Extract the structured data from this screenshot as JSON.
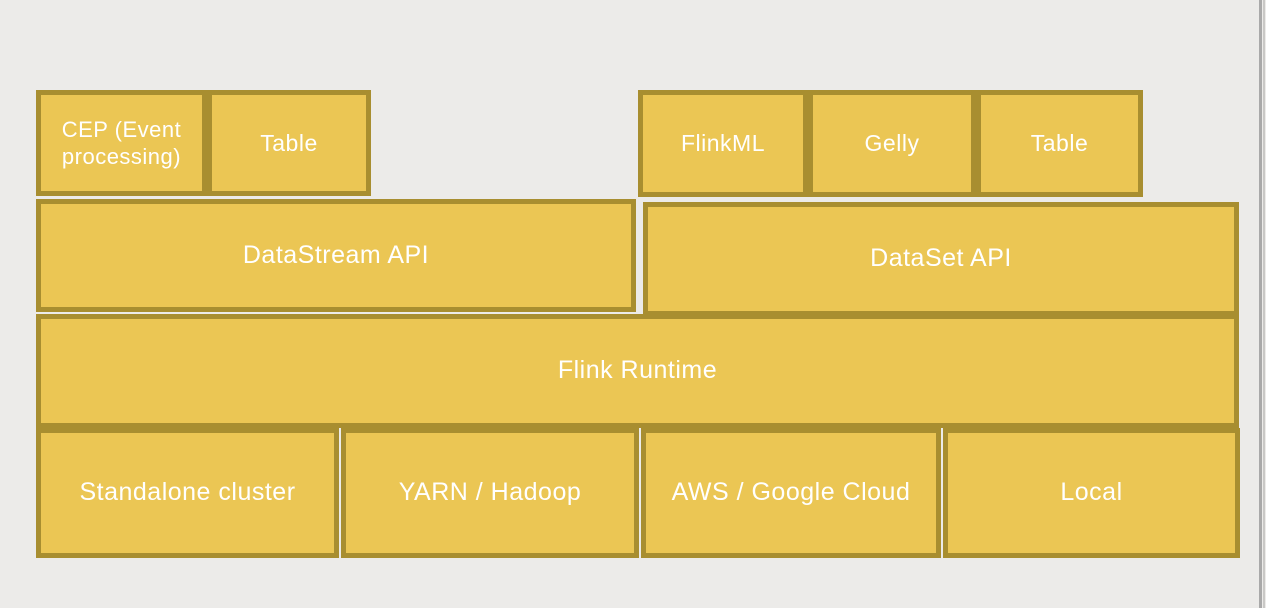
{
  "canvas": {
    "background_color": "#ecebe9",
    "right_edge_line_color": "#a9a9a9"
  },
  "diagram": {
    "box_fill_color": "#ebc654",
    "box_border_color": "#a88e30",
    "text_color": "#ffffff",
    "layers": {
      "libraries_left": [
        {
          "label": "CEP (Event processing)"
        },
        {
          "label": "Table"
        }
      ],
      "libraries_right": [
        {
          "label": "FlinkML"
        },
        {
          "label": "Gelly"
        },
        {
          "label": "Table"
        }
      ],
      "apis": [
        {
          "label": "DataStream API"
        },
        {
          "label": "DataSet API"
        }
      ],
      "runtime": {
        "label": "Flink Runtime"
      },
      "deployment": [
        {
          "label": "Standalone cluster"
        },
        {
          "label": "YARN / Hadoop"
        },
        {
          "label": "AWS / Google Cloud"
        },
        {
          "label": "Local"
        }
      ]
    }
  }
}
